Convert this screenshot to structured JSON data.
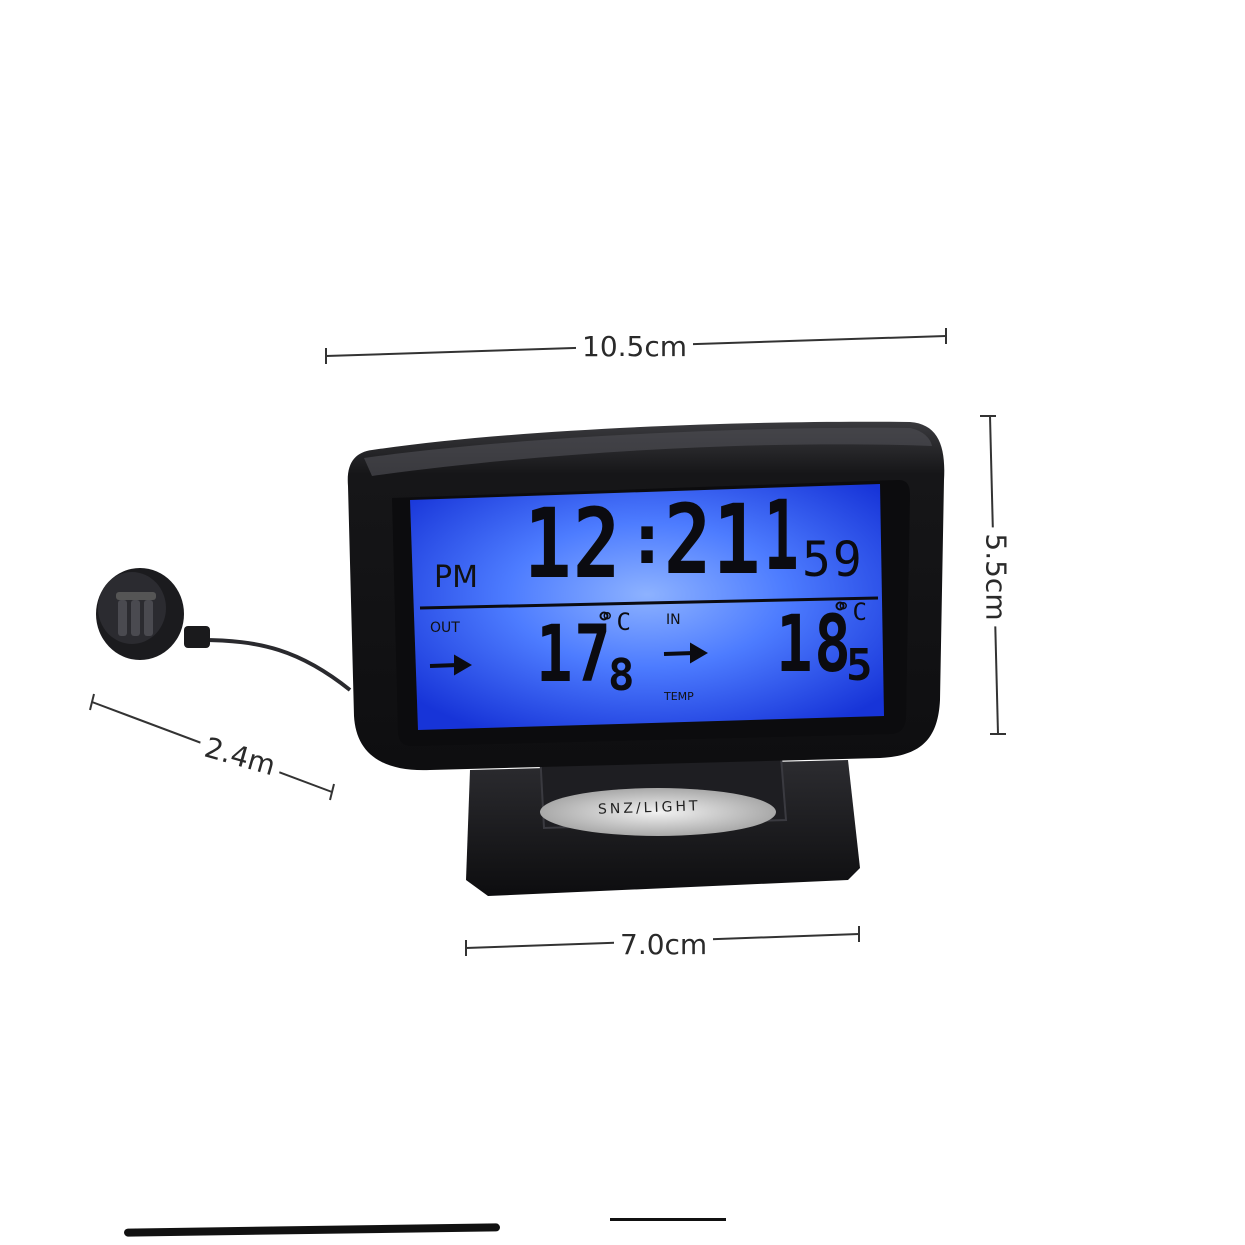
{
  "dimensions": {
    "width_top": "10.5cm",
    "height_right": "5.5cm",
    "cable_length": "2.4m",
    "base_width": "7.0cm"
  },
  "display": {
    "period": "PM",
    "time": "12:21",
    "time_hours": "12",
    "time_minutes": "21",
    "time_extra_digit": "1",
    "seconds": "59",
    "out_label": "OUT",
    "in_label": "IN",
    "temp_label": "TEMP",
    "out_temp_main": "17",
    "out_temp_decimal": "8",
    "in_temp_main": "18",
    "in_temp_decimal": "5",
    "unit": "°C"
  },
  "stand": {
    "button_label": "SNZ/LIGHT"
  },
  "colors": {
    "lcd_backlight": "#1f45e0",
    "lcd_center": "#7fa6ff",
    "body": "#1b1b1e",
    "segments": "#0b0b10"
  },
  "icons": [
    "arrow-right-icon",
    "degree-icon",
    "sensor-probe-icon"
  ]
}
